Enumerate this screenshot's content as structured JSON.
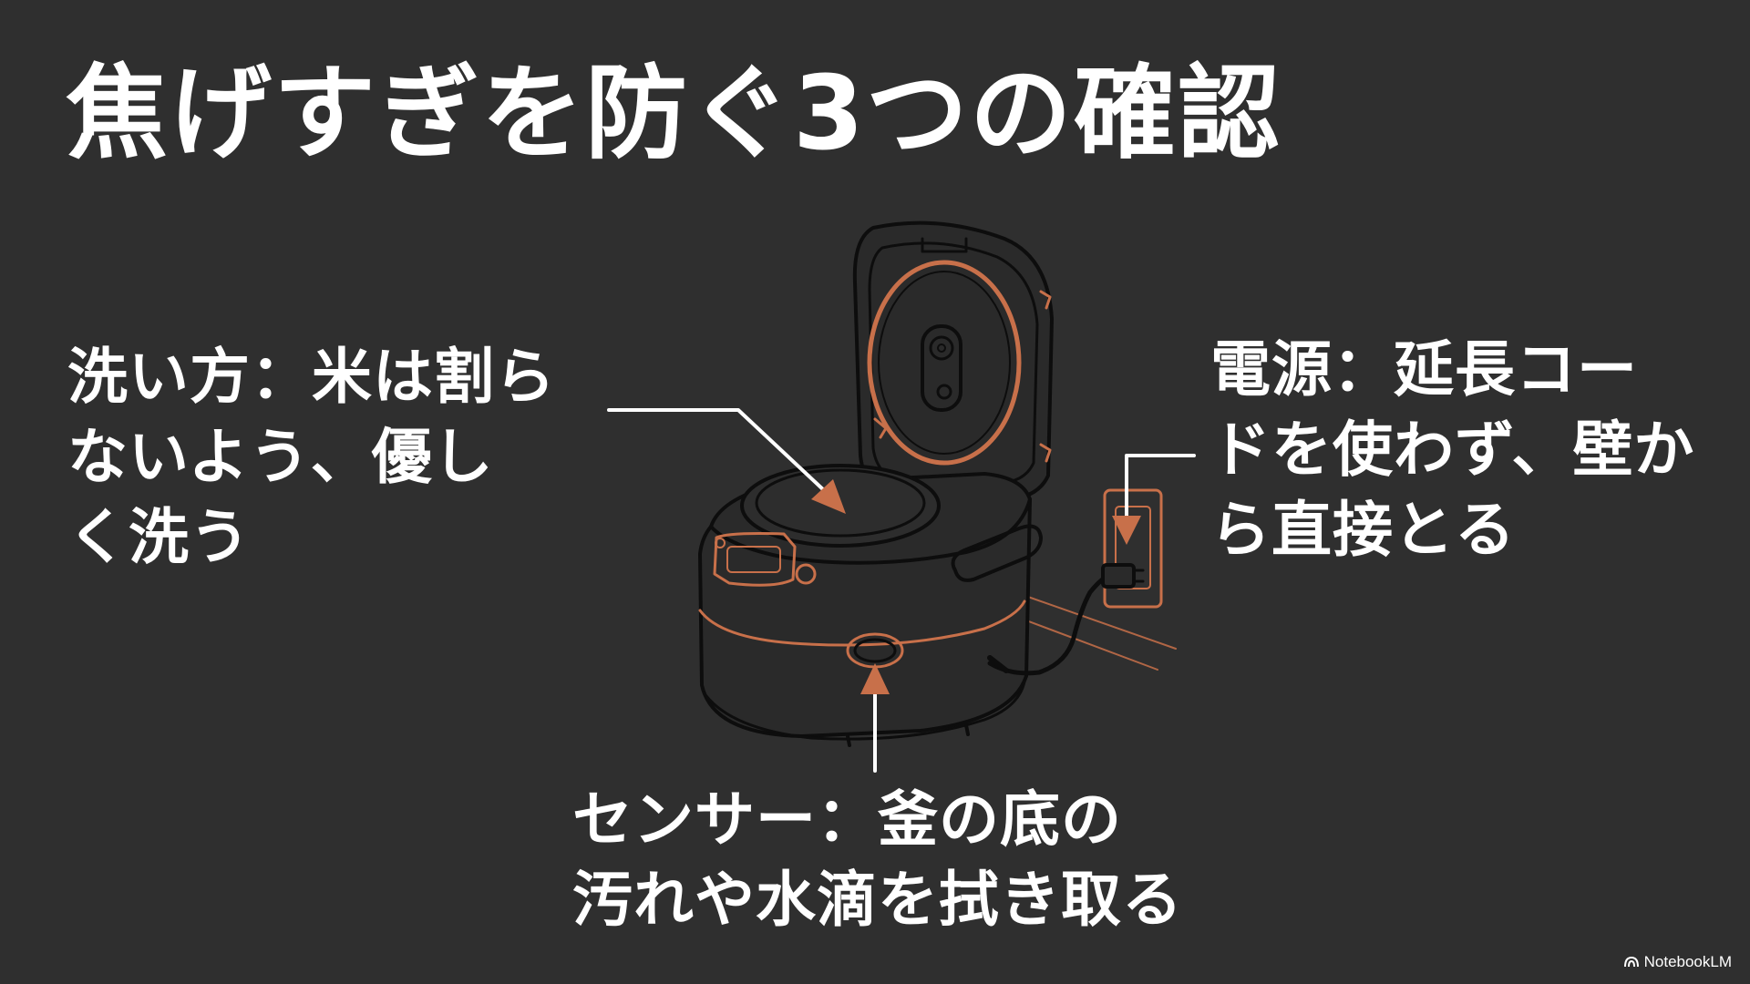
{
  "slide": {
    "title": "焦げすぎを防ぐ3つの確認",
    "callouts": {
      "washing": {
        "lines": [
          "洗い方：米は割ら",
          "ないよう、優し",
          "く洗う"
        ]
      },
      "power": {
        "lines": [
          "電源：延長コー",
          "ドを使わず、壁か",
          "ら直接とる"
        ]
      },
      "sensor": {
        "lines": [
          "センサー：釜の底の",
          "汚れや水滴を拭き取る"
        ]
      }
    },
    "illustration": "rice-cooker-line-drawing",
    "colors": {
      "background": "#2f2f2f",
      "line": "#0d0d0d",
      "accent": "#c8704a",
      "text": "#ffffff"
    },
    "watermark": "NotebookLM"
  }
}
